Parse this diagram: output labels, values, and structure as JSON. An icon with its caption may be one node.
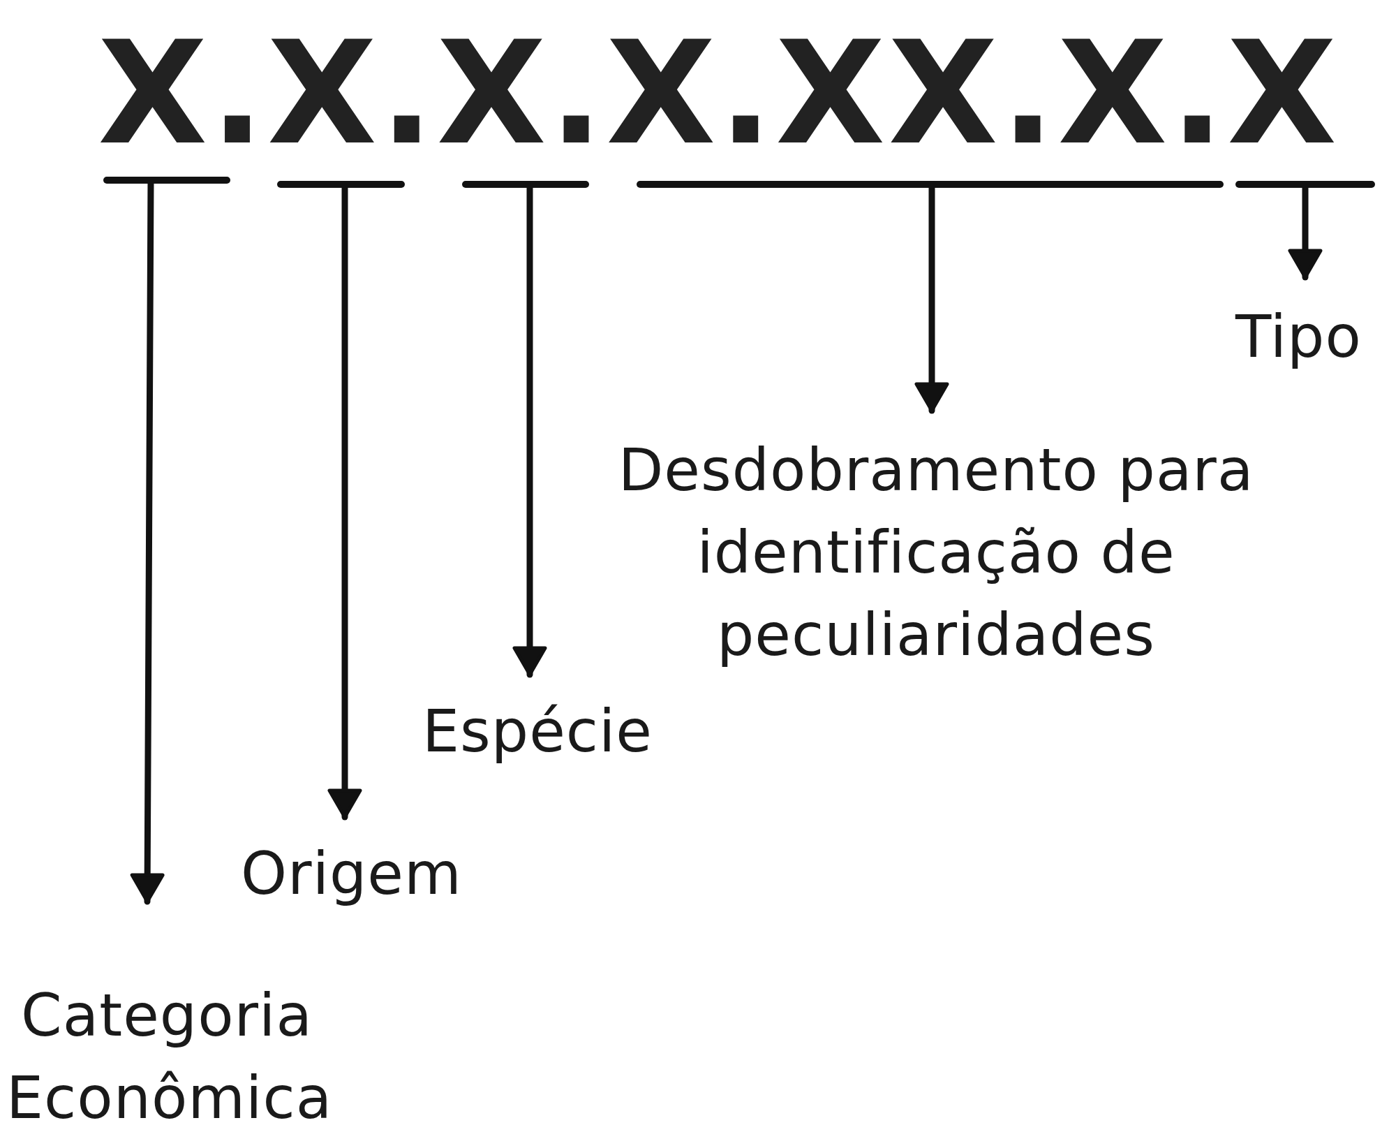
{
  "diagram": {
    "nodes": [
      {
        "text": [],
        "shape": "bar"
      },
      {
        "text": [],
        "shape": "bar"
      },
      {
        "text": [],
        "shape": "bar"
      },
      {
        "text": [],
        "shape": "bar"
      },
      {
        "text": [],
        "shape": "bar"
      },
      {
        "text": [
          "Categoria Econômica"
        ]
      },
      {
        "text": [
          "Origem"
        ]
      },
      {
        "text": [
          "Espécie"
        ]
      },
      {
        "text": [
          "Desdobramento para identificação de peculiaridades"
        ]
      },
      {
        "text": [
          "Tipo"
        ]
      }
    ],
    "edges": [
      {
        "from": 0,
        "to": 5,
        "arrow": "to"
      },
      {
        "from": 1,
        "to": 6,
        "arrow": "to"
      },
      {
        "from": 2,
        "to": 7,
        "arrow": "to"
      },
      {
        "from": 3,
        "to": 8,
        "arrow": "to"
      },
      {
        "from": 4,
        "to": 9,
        "arrow": "to"
      }
    ],
    "labels": [
      "X.X.X.X.XX.X.X"
    ]
  }
}
